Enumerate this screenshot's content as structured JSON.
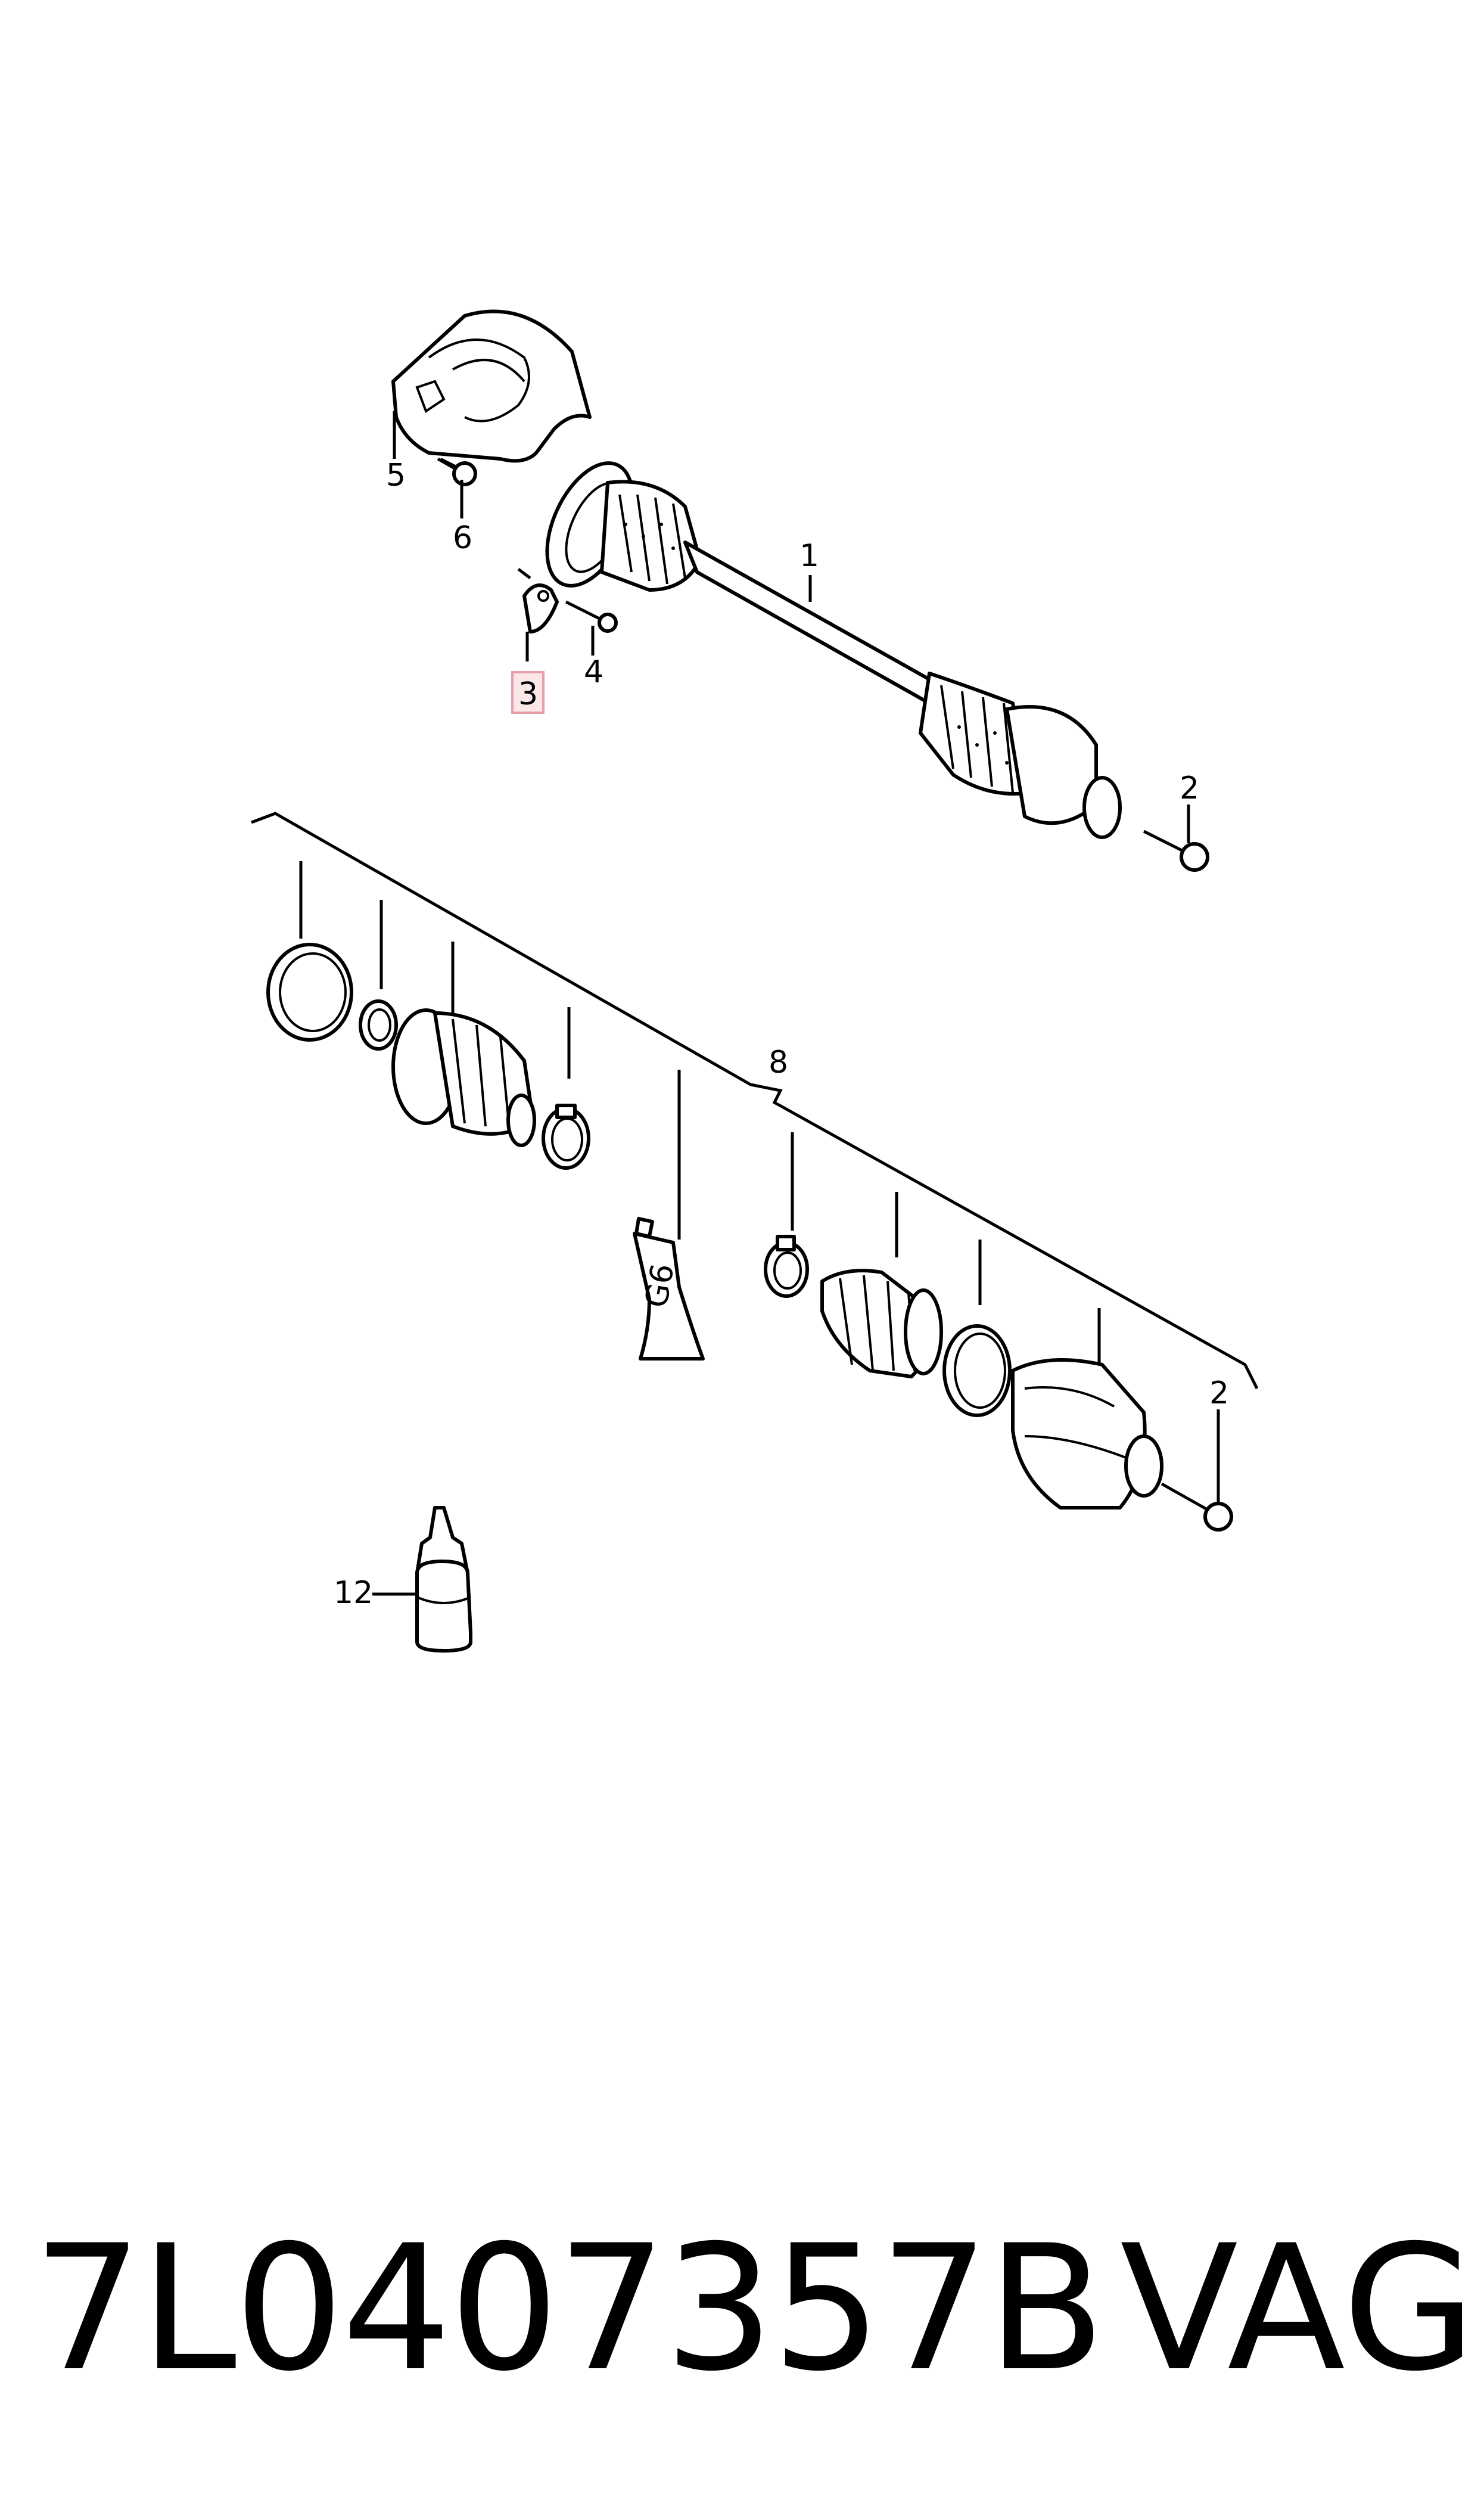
{
  "diagram": {
    "callouts": [
      {
        "id": "c1",
        "text": "1"
      },
      {
        "id": "c2a",
        "text": "2"
      },
      {
        "id": "c2b",
        "text": "2"
      },
      {
        "id": "c3",
        "text": "3",
        "highlighted": true
      },
      {
        "id": "c4",
        "text": "4"
      },
      {
        "id": "c5",
        "text": "5"
      },
      {
        "id": "c6",
        "text": "6"
      },
      {
        "id": "c8",
        "text": "8"
      },
      {
        "id": "c12",
        "text": "12"
      }
    ],
    "grease_tube_label": "G6",
    "highlight_color": "#e8a0a8"
  },
  "footer": {
    "part_number": "7L0407357B",
    "brand": "VAG"
  }
}
